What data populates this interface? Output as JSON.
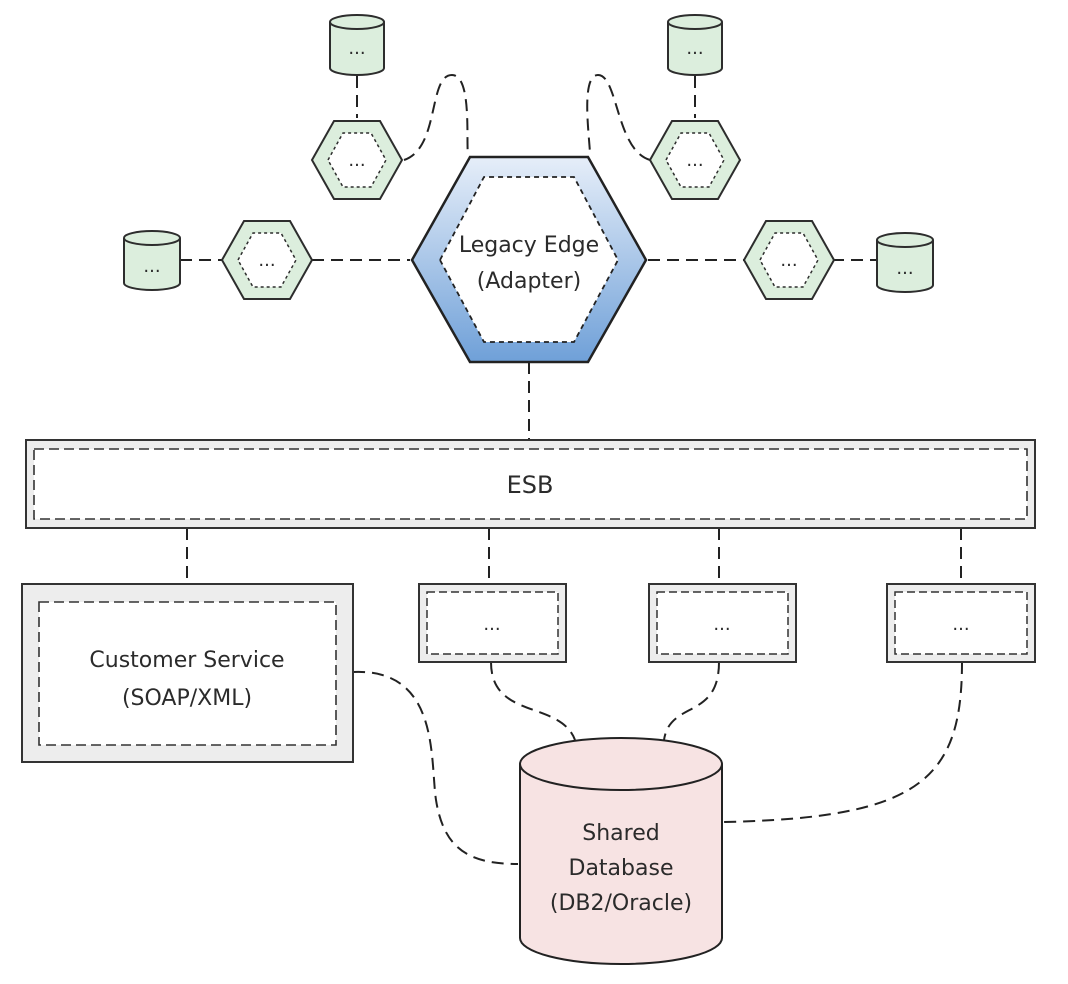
{
  "adapter": {
    "line1": "Legacy Edge",
    "line2": "(Adapter)"
  },
  "esb": {
    "label": "ESB"
  },
  "customer_service": {
    "line1": "Customer Service",
    "line2": "(SOAP/XML)"
  },
  "services": [
    {
      "label": "..."
    },
    {
      "label": "..."
    },
    {
      "label": "..."
    }
  ],
  "shared_db": {
    "line1": "Shared",
    "line2": "Database",
    "line3": "(DB2/Oracle)"
  },
  "satellites": {
    "top_left": {
      "hex": "...",
      "db": "..."
    },
    "top_right": {
      "hex": "...",
      "db": "..."
    },
    "left": {
      "hex": "...",
      "db": "..."
    },
    "right": {
      "hex": "...",
      "db": "..."
    }
  },
  "colors": {
    "adapter_fill_top": "#e6eef9",
    "adapter_fill_bottom": "#6fa0d8",
    "green_fill": "#dceedd",
    "green_stroke": "#2d2d2d",
    "box_fill": "#ededed",
    "db_fill": "#f7e3e3"
  }
}
